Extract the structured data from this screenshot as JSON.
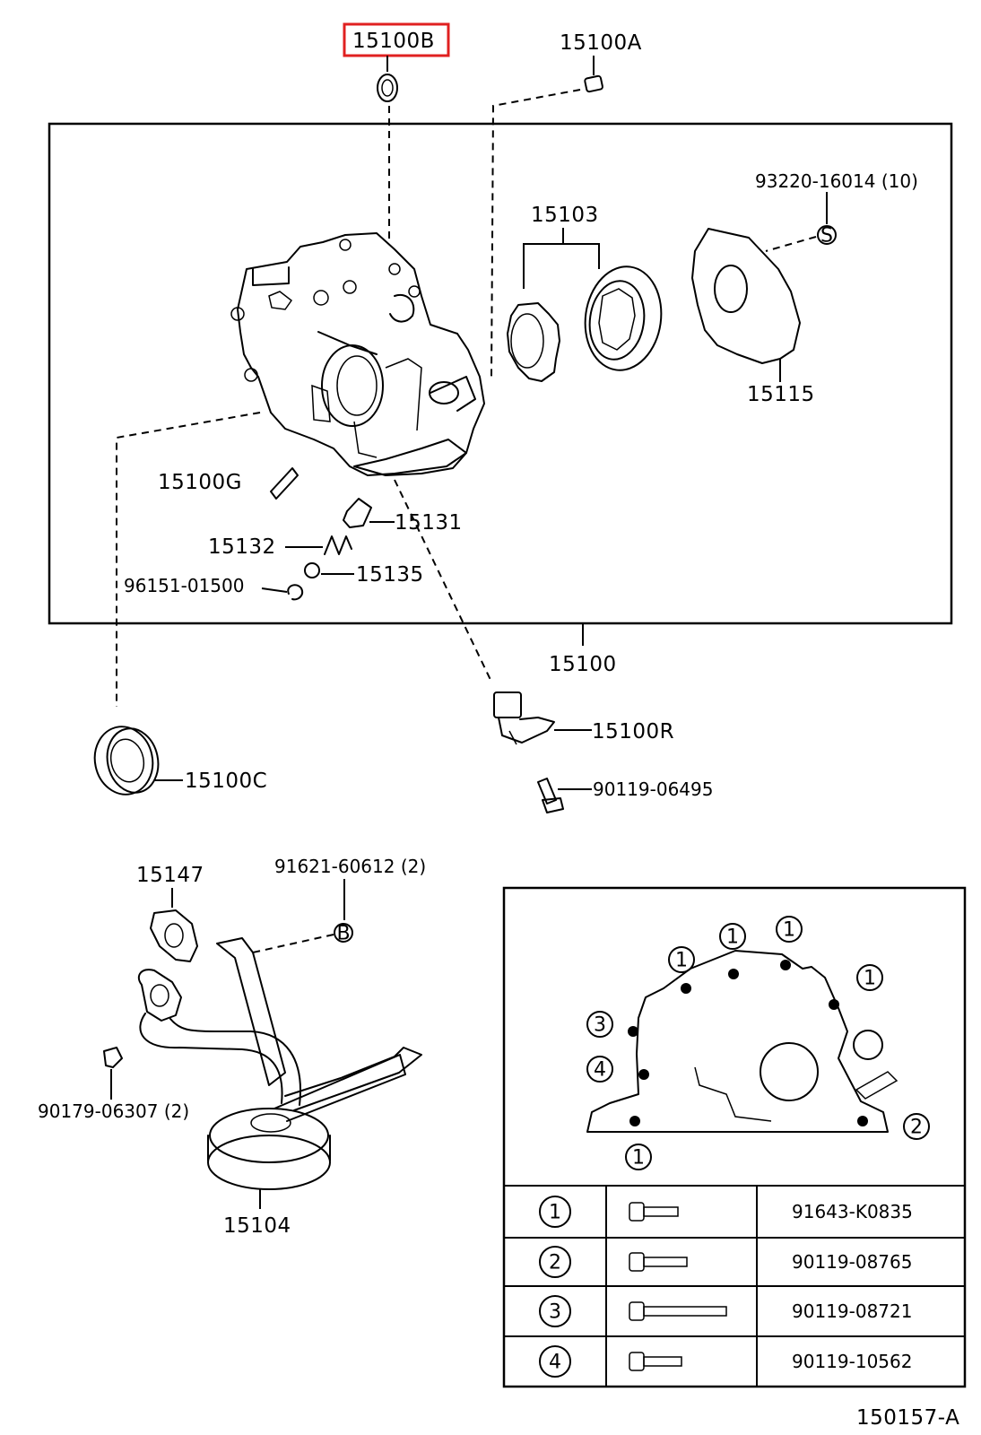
{
  "callouts": {
    "c15100B": "15100B",
    "c15100A": "15100A",
    "c93220": "93220-16014 (10)",
    "c15103": "15103",
    "c15115": "15115",
    "c15100G": "15100G",
    "c15131": "15131",
    "c15132": "15132",
    "c15135": "15135",
    "c96151": "96151-01500",
    "c15100": "15100",
    "c15100R": "15100R",
    "c15100C": "15100C",
    "c90119a": "90119-06495",
    "c15147": "15147",
    "c91621": "91621-60612 (2)",
    "c90179": "90179-06307 (2)",
    "c15104": "15104",
    "figure_code": "150157-A"
  },
  "markers": {
    "s": "S",
    "b": "B"
  },
  "highlight": {
    "color": "#e02020"
  },
  "bolt_markers": {
    "one": "1",
    "two": "2",
    "three": "3",
    "four": "4"
  },
  "bolt_table": [
    {
      "ref": "1",
      "part": "91643-K0835"
    },
    {
      "ref": "2",
      "part": "90119-08765"
    },
    {
      "ref": "3",
      "part": "90119-08721"
    },
    {
      "ref": "4",
      "part": "90119-10562"
    }
  ]
}
